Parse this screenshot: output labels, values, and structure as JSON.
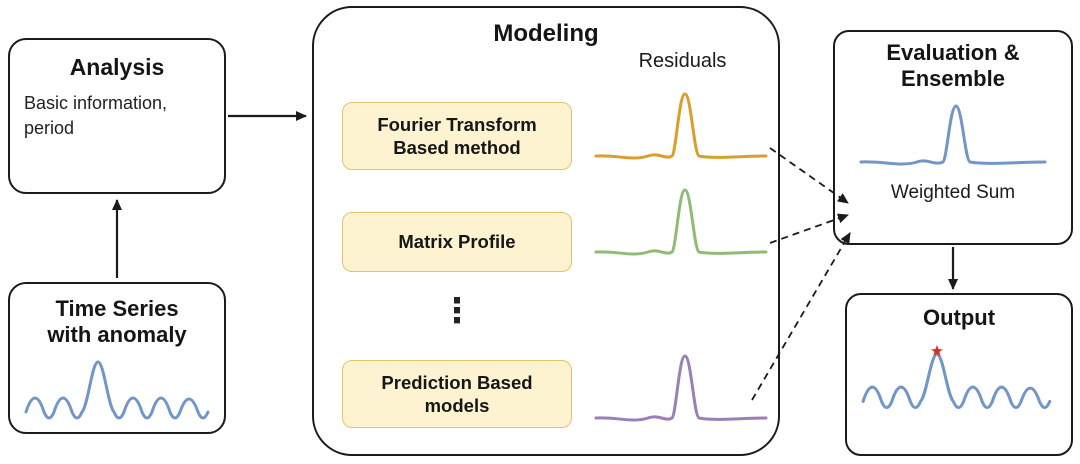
{
  "colors": {
    "border": "#1b1b1b",
    "yellow_bg": "#fdf3d0",
    "yellow_border": "#e3c46a",
    "blue": "#7396c8",
    "orange": "#d99e2b",
    "green": "#8fbc75",
    "purple": "#9b7fb6",
    "star_red": "#e02b2b"
  },
  "analysis": {
    "title": "Analysis",
    "body": "Basic information, period"
  },
  "time_series": {
    "title": "Time Series with anomaly"
  },
  "modeling": {
    "title": "Modeling",
    "residuals_label": "Residuals",
    "methods": [
      {
        "label": "Fourier Transform Based method"
      },
      {
        "label": "Matrix Profile"
      },
      {
        "label": "Prediction Based models"
      }
    ],
    "ellipsis": "⋮"
  },
  "evaluation": {
    "title": "Evaluation & Ensemble",
    "weighted_sum_label": "Weighted Sum"
  },
  "output": {
    "title": "Output"
  }
}
